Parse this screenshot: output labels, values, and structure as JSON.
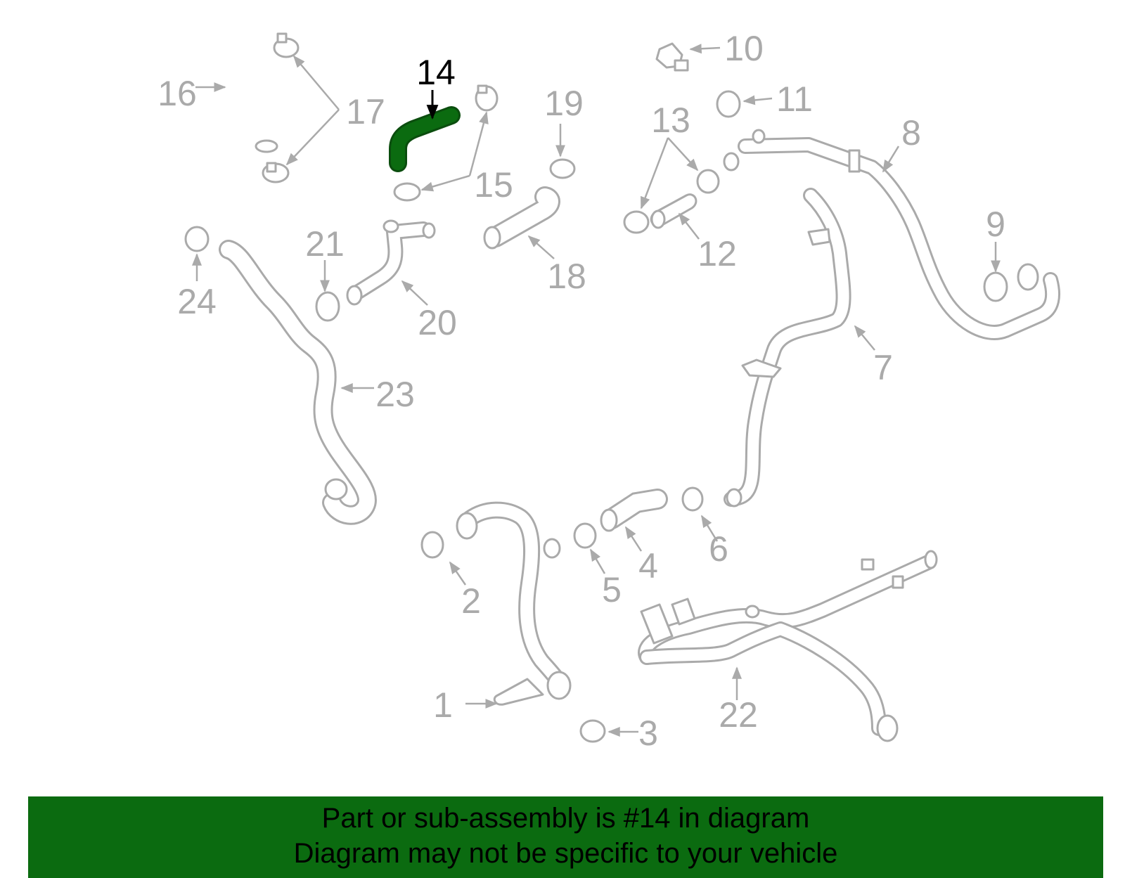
{
  "diagram": {
    "highlight_color": "#0b6b10",
    "line_color": "#aaaaaa",
    "highlighted_part": "14",
    "callouts": [
      "1",
      "2",
      "3",
      "4",
      "5",
      "6",
      "7",
      "8",
      "9",
      "10",
      "11",
      "12",
      "13",
      "14",
      "15",
      "16",
      "17",
      "18",
      "19",
      "20",
      "21",
      "22",
      "23",
      "24"
    ]
  },
  "banner": {
    "line1": "Part or sub-assembly is #14 in diagram",
    "line2": "Diagram may not be specific to your vehicle",
    "background": "#0b6b10"
  }
}
